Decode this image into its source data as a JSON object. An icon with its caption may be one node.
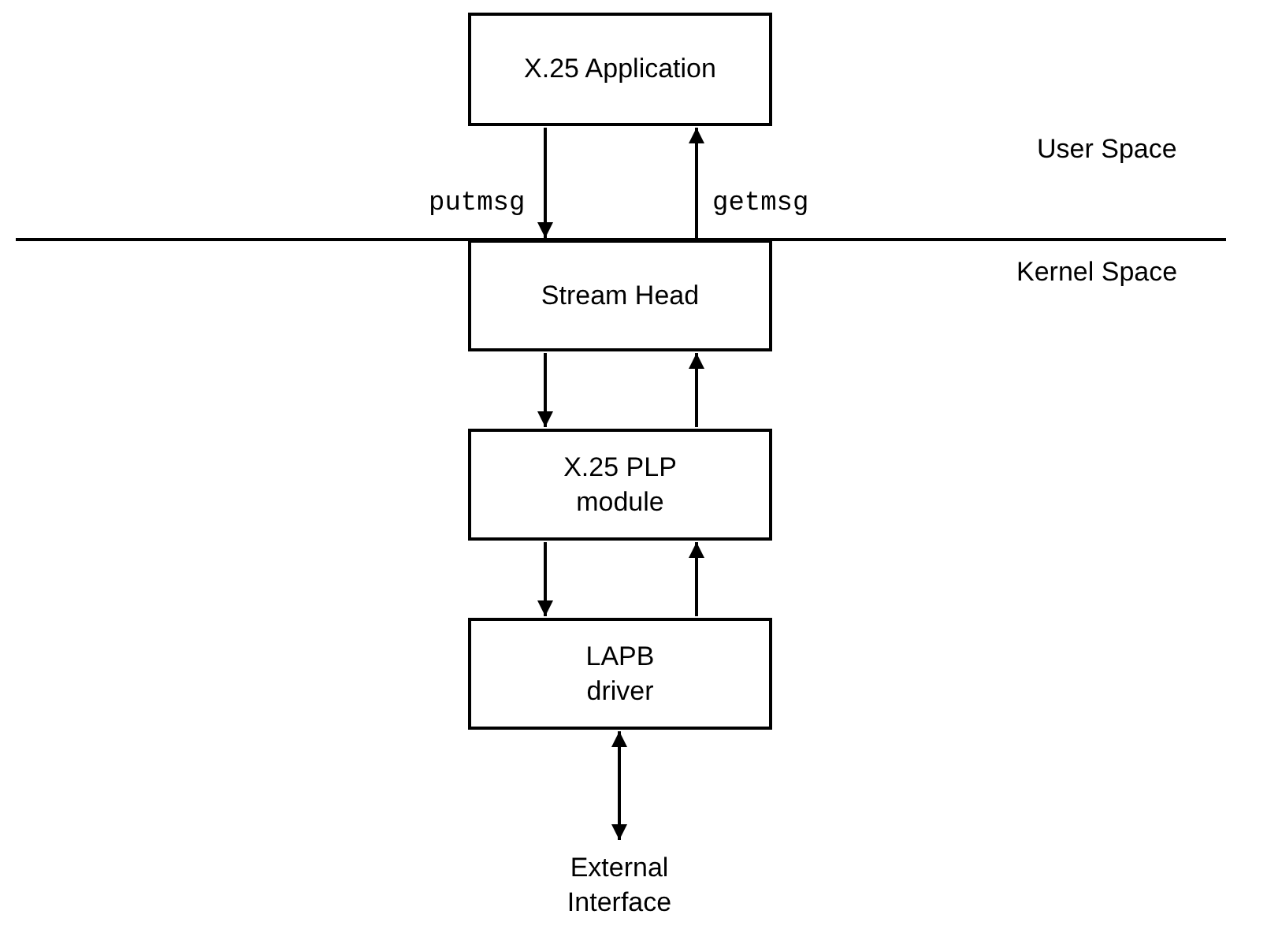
{
  "diagram": {
    "nodes": [
      {
        "text": [
          "X.25 Application"
        ]
      },
      {
        "text": [
          "Stream Head"
        ]
      },
      {
        "text": [
          "X.25 PLP module"
        ]
      },
      {
        "text": [
          "LAPB driver"
        ]
      },
      {
        "text": [
          "External Interface"
        ]
      }
    ],
    "edges": [
      {
        "from": 0,
        "to": 1,
        "arrow": "to",
        "label": "putmsg"
      },
      {
        "from": 1,
        "to": 0,
        "arrow": "to",
        "label": "getmsg"
      },
      {
        "from": 1,
        "to": 2,
        "arrow": "to"
      },
      {
        "from": 2,
        "to": 1,
        "arrow": "to"
      },
      {
        "from": 2,
        "to": 3,
        "arrow": "to"
      },
      {
        "from": 3,
        "to": 2,
        "arrow": "to"
      },
      {
        "from": 3,
        "to": 4,
        "arrow": "both"
      }
    ],
    "labels": [
      "User Space",
      "Kernel Space"
    ]
  }
}
